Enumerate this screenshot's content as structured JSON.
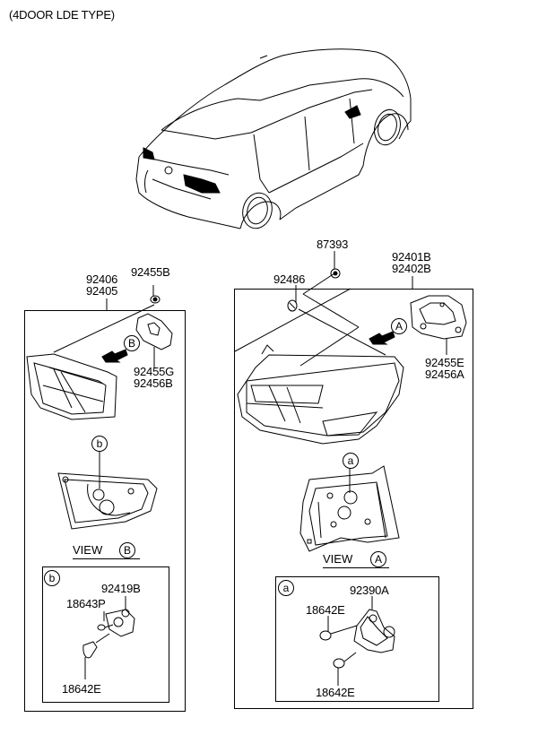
{
  "header": {
    "title": "(4DOOR LDE TYPE)"
  },
  "left_group": {
    "assembly_parts": [
      "92406",
      "92405"
    ],
    "bulb_socket_nut": "92455B",
    "gasket_parts": [
      "92455G",
      "92456B"
    ],
    "view_marker": "B",
    "view_label": "VIEW",
    "detail_marker": "b",
    "detail": {
      "socket_part": "92419B",
      "small_bulb": "18643P",
      "large_bulb": "18642E"
    }
  },
  "right_group": {
    "nut_part": "87393",
    "clip_part": "92486",
    "assembly_parts": [
      "92401B",
      "92402B"
    ],
    "gasket_parts": [
      "92455E",
      "92456A"
    ],
    "view_marker": "A",
    "view_label": "VIEW",
    "detail_marker": "a",
    "detail": {
      "socket_part": "92390A",
      "bulb_upper": "18642E",
      "bulb_lower": "18642E"
    }
  },
  "colors": {
    "line": "#000000",
    "background": "#ffffff",
    "fill_dark": "#000000"
  }
}
